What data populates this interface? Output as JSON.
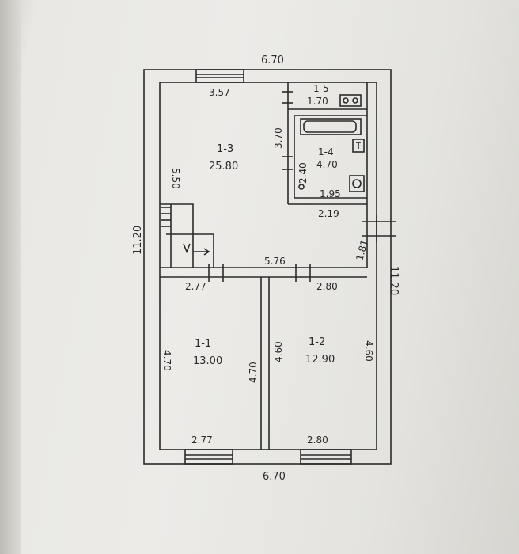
{
  "dimensions": {
    "top_total": "6.70",
    "bottom_total": "6.70",
    "left_total": "11.20",
    "right_total": "11.20",
    "hall_top": "3.57",
    "hall_left": "5.50",
    "hall_right": "3.70",
    "corridor_width": "5.76",
    "passage": "2.19",
    "passage_side": "1.81",
    "bath_side": "2.40",
    "bath_bottom": "1.95",
    "room1_top": "2.77",
    "room1_bottom": "2.77",
    "room1_left": "4.70",
    "room1_right": "4.70",
    "room2_top": "2.80",
    "room2_bottom": "2.80",
    "room2_left": "4.60",
    "room2_right": "4.60"
  },
  "rooms": [
    {
      "id": "1-1",
      "area": "13.00"
    },
    {
      "id": "1-2",
      "area": "12.90"
    },
    {
      "id": "1-3",
      "area": "25.80"
    },
    {
      "id": "1-4",
      "area": "4.70"
    },
    {
      "id": "1-5",
      "area": "1.70"
    }
  ]
}
